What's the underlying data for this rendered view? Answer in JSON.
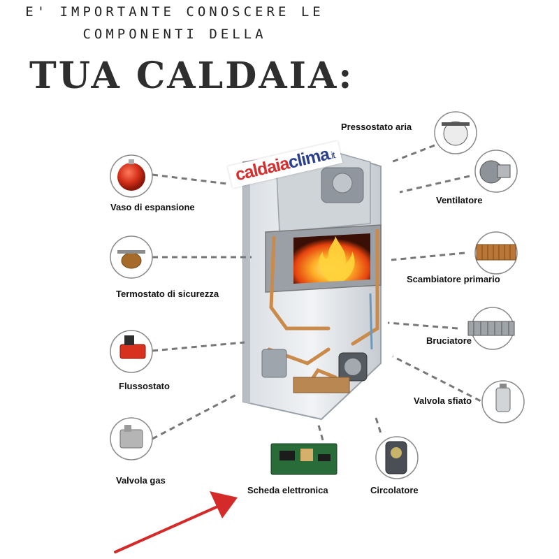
{
  "header": {
    "line1": "E' IMPORTANTE CONOSCERE LE",
    "line2": "COMPONENTI DELLA",
    "title": "TUA CALDAIA:"
  },
  "logo": {
    "part1": "caldaia",
    "part2": "clima",
    "part3": ".it"
  },
  "components": {
    "pressostato": "Pressostato aria",
    "ventilatore": "Ventilatore",
    "scambiatore": "Scambiatore primario",
    "bruciatore": "Bruciatore",
    "valvola_sfiato": "Valvola sfiato",
    "circolatore": "Circolatore",
    "scheda": "Scheda elettronica",
    "valvola_gas": "Valvola gas",
    "flussostato": "Flussostato",
    "termostato": "Termostato di sicurezza",
    "vaso": "Vaso di espansione"
  },
  "colors": {
    "arrow": "#d42a2a",
    "flame": "#ff8a1c",
    "pipe": "#c98a4a",
    "circle": "#8a8a8a"
  }
}
